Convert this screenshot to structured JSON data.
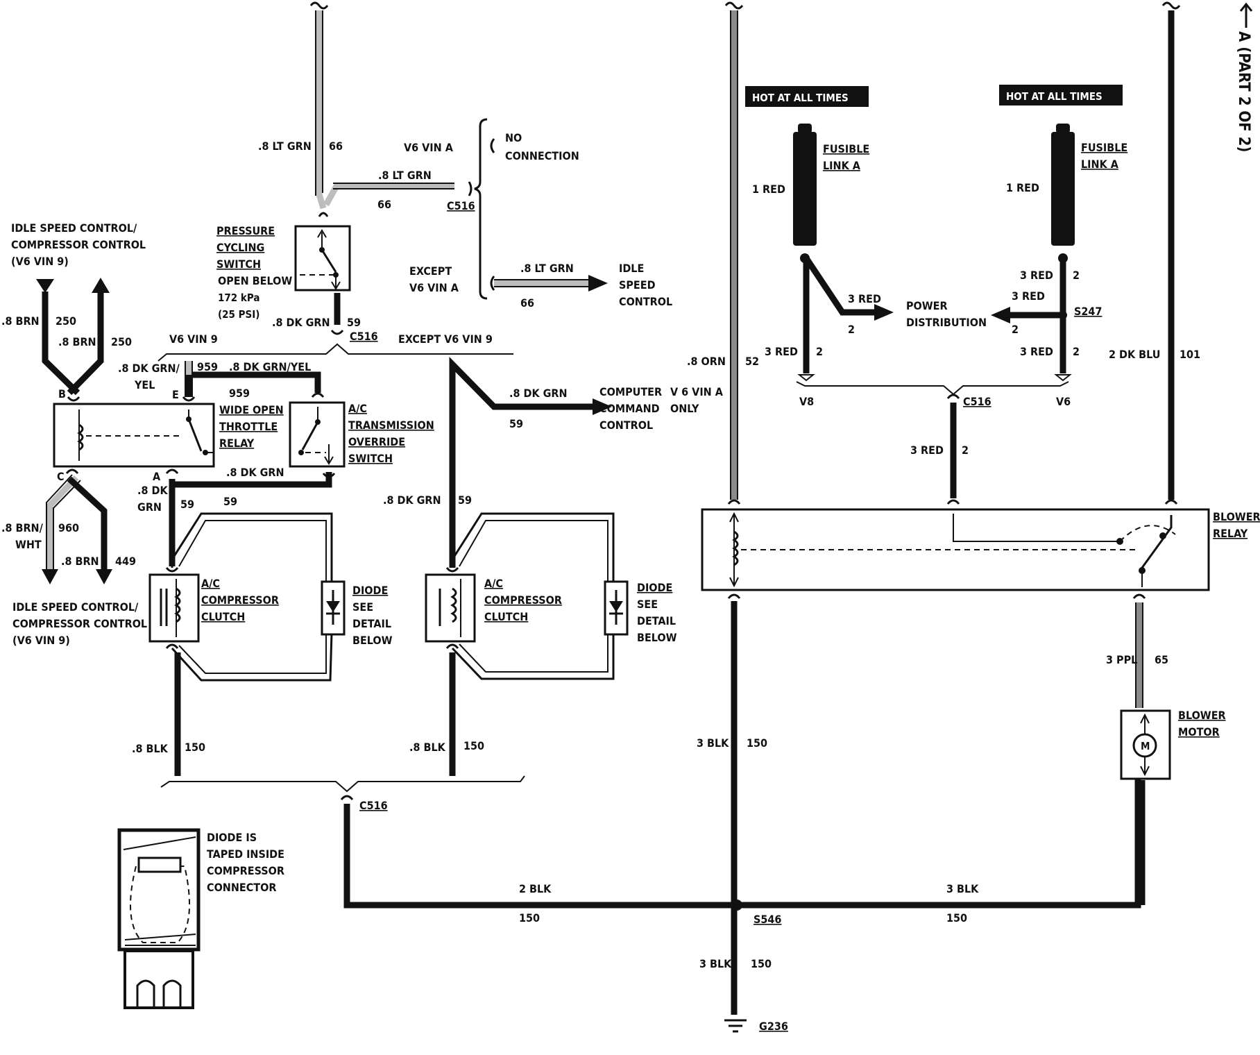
{
  "side_label": "A (PART 2 OF 2)",
  "hot_at_all_times": [
    "HOT AT ALL TIMES",
    "HOT AT ALL TIMES"
  ],
  "components": {
    "pressure_switch": [
      "PRESSURE",
      "CYCLING",
      "SWITCH",
      "OPEN BELOW",
      "172 kPa",
      "(25 PSI)"
    ],
    "wot_relay": [
      "WIDE OPEN",
      "THROTTLE",
      "RELAY"
    ],
    "ato_switch": [
      "A/C",
      "TRANSMISSION",
      "OVERRIDE",
      "SWITCH"
    ],
    "clutch": [
      "A/C",
      "COMPRESSOR",
      "CLUTCH"
    ],
    "diode": [
      "DIODE",
      "SEE",
      "DETAIL",
      "BELOW"
    ],
    "blower_relay": [
      "BLOWER",
      "RELAY"
    ],
    "blower_motor": [
      "BLOWER",
      "MOTOR"
    ],
    "motor_symbol": "M",
    "fusible_link": [
      "FUSIBLE",
      "LINK A"
    ],
    "power_distribution": [
      "POWER",
      "DISTRIBUTION"
    ],
    "diode_note": [
      "DIODE IS",
      "TAPED INSIDE",
      "COMPRESSOR",
      "CONNECTOR"
    ]
  },
  "destinations": {
    "idle_top": [
      "IDLE SPEED CONTROL/",
      "COMPRESSOR CONTROL",
      "(V6 VIN 9)"
    ],
    "idle_bottom": [
      "IDLE SPEED CONTROL/",
      "COMPRESSOR CONTROL",
      "(V6 VIN 9)"
    ],
    "idle_speed": [
      "IDLE",
      "SPEED",
      "CONTROL"
    ],
    "ccc": [
      "COMPUTER",
      "COMMAND",
      "CONTROL"
    ],
    "v6_only": [
      "V 6 VIN A",
      "ONLY"
    ],
    "no_connection": [
      "NO",
      "CONNECTION"
    ]
  },
  "conditions": {
    "v6_vin_a": "V6 VIN A",
    "except_v6_vin_a": [
      "EXCEPT",
      "V6 VIN A"
    ],
    "v6_vin_9": "V6 VIN 9",
    "except_v6_vin_9": "EXCEPT V6 VIN 9",
    "v8": "V8",
    "v6": "V6"
  },
  "connectors": {
    "c516": "C516",
    "s247": "S247",
    "s546": "S546",
    "g236": "G236"
  },
  "terminals": {
    "B": "B",
    "E": "E",
    "C": "C",
    "A": "A"
  },
  "wires": {
    "lt_grn": ".8 LT GRN",
    "n66": "66",
    "dk_grn": ".8 DK GRN",
    "dk_grn_split": [
      ".8 DK",
      "GRN"
    ],
    "n59": "59",
    "brn": ".8 BRN",
    "n250": "250",
    "dk_grn_yel_split": [
      ".8 DK GRN/",
      "YEL"
    ],
    "dk_grn_yel": ".8 DK GRN/YEL",
    "n959": "959",
    "brn_wht": [
      ".8 BRN/",
      "WHT"
    ],
    "n960": "960",
    "n449": "449",
    "blk8": ".8 BLK",
    "n150": "150",
    "orn": ".8 ORN",
    "n52": "52",
    "red1": "1 RED",
    "red3": "3 RED",
    "n2": "2",
    "dk_blu": "2 DK BLU",
    "n101": "101",
    "ppl": "3 PPL",
    "n65": "65",
    "blk3": "3 BLK",
    "blk2": "2 BLK"
  }
}
